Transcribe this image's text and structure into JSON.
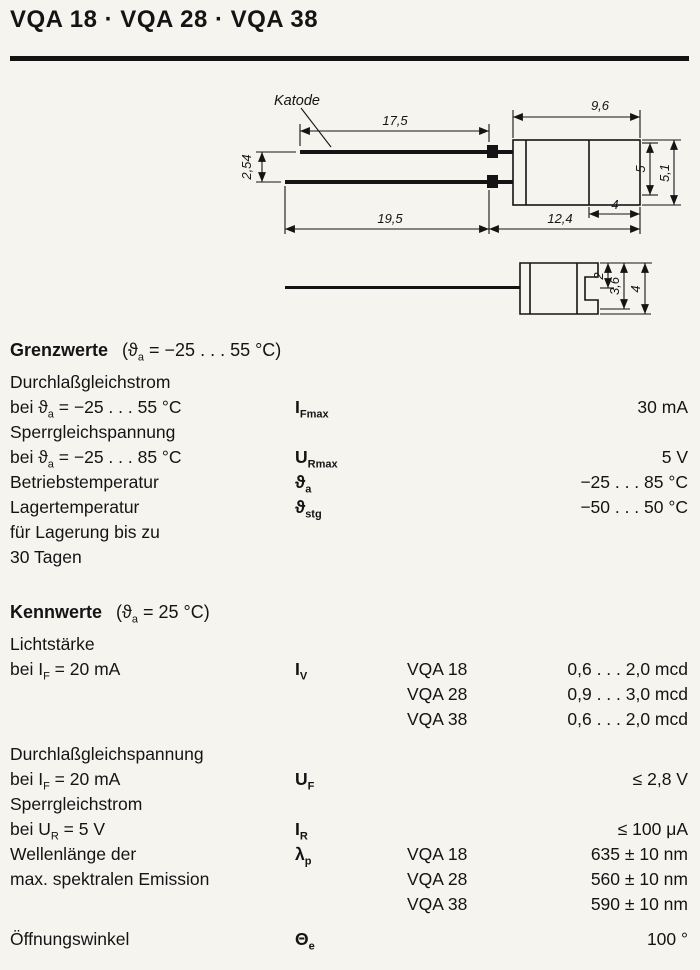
{
  "page": {
    "title": "VQA 18 · VQA 28 · VQA 38"
  },
  "drawing": {
    "katode": "Katode",
    "dim_17_5": "17,5",
    "dim_9_6": "9,6",
    "dim_2_54": "2,54",
    "dim_19_5": "19,5",
    "dim_12_4": "12,4",
    "dim_4_top": "4",
    "dim_5": "5",
    "dim_5_1": "5,1",
    "dim_2": "2",
    "dim_3_6": "3,6",
    "dim_4_front": "4"
  },
  "grenzwerte": {
    "heading": "Grenzwerte",
    "cond_pre": "(ϑ",
    "cond_sub": "a",
    "cond_post": " = −25 . . . 55 °C)",
    "lines": [
      {
        "d1": "Durchlaßgleichstrom"
      },
      {
        "d1": "bei ϑ",
        "dsub": "a",
        "d2": " = −25 . . . 55 °C",
        "symB": "I",
        "symSub": "Fmax",
        "val": "30 mA"
      },
      {
        "d1": "Sperrgleichspannung"
      },
      {
        "d1": "bei ϑ",
        "dsub": "a",
        "d2": " = −25 . . . 85 °C",
        "symB": "U",
        "symSub": "Rmax",
        "val": "5 V"
      },
      {
        "d1": "Betriebstemperatur",
        "symB": "ϑ",
        "symSub": "a",
        "val": "−25 . . . 85 °C"
      },
      {
        "d1": "Lagertemperatur",
        "symB": "ϑ",
        "symSub": "stg",
        "val": "−50 . . . 50 °C"
      },
      {
        "d1": "für Lagerung bis zu"
      },
      {
        "d1": "30 Tagen"
      }
    ]
  },
  "kennwerte": {
    "heading": "Kennwerte",
    "cond_pre": "(ϑ",
    "cond_sub": "a",
    "cond_post": " = 25 °C)",
    "lines": [
      {
        "d1": "Lichtstärke"
      },
      {
        "d1": "bei I",
        "dsub": "F",
        "d2": " = 20 mA",
        "symB": "I",
        "symSub": "V",
        "variant": "VQA 18",
        "val": "0,6 . . . 2,0 mcd"
      },
      {
        "variant": "VQA 28",
        "val": "0,9 . . . 3,0 mcd"
      },
      {
        "variant": "VQA 38",
        "val": "0,6 . . . 2,0 mcd"
      },
      {
        "d1": "Durchlaßgleichspannung",
        "gap": true
      },
      {
        "d1": "bei I",
        "dsub": "F",
        "d2": " = 20 mA",
        "symB": "U",
        "symSub": "F",
        "val": "≤ 2,8 V"
      },
      {
        "d1": "Sperrgleichstrom"
      },
      {
        "d1": "bei U",
        "dsub": "R",
        "d2": " = 5 V",
        "symB": "I",
        "symSub": "R",
        "val": "≤ 100 μA"
      },
      {
        "d1": "Wellenlänge der",
        "symB": "λ",
        "symSub": "p",
        "variant": "VQA 18",
        "val": "635 ± 10 nm"
      },
      {
        "d1": "max. spektralen Emission",
        "variant": "VQA 28",
        "val": "560 ± 10 nm"
      },
      {
        "variant": "VQA 38",
        "val": "590 ± 10 nm"
      },
      {
        "d1": "Öffnungswinkel",
        "symB": "Θ",
        "symSub": "e",
        "val": "100 °",
        "gap": true
      }
    ]
  }
}
